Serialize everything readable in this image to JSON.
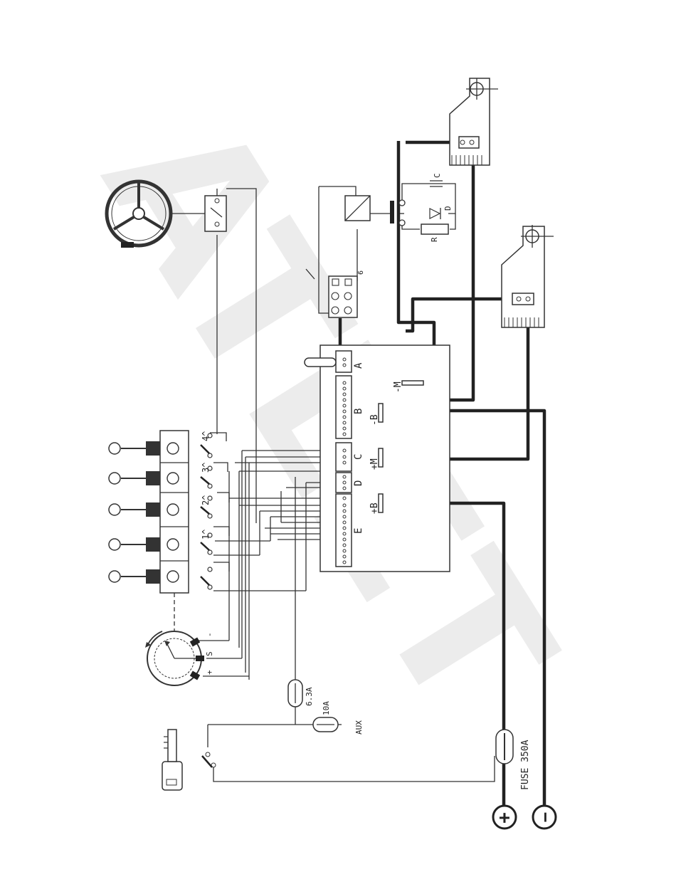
{
  "watermark": "ATLET",
  "controller": {
    "connectors": [
      "A",
      "B",
      "C",
      "D",
      "E"
    ],
    "terminals": [
      "-M",
      "-B",
      "+M",
      "+B"
    ]
  },
  "fuses": {
    "main": "FUSE 350A",
    "f1": "6.3A",
    "f2": "10A",
    "aux": "AUX"
  },
  "battery": {
    "plus": "+",
    "minus": "−"
  },
  "switches": [
    "1^",
    "2^",
    "3^",
    "4^"
  ],
  "potentiometer": {
    "minus": "-",
    "signal": "S",
    "plus": "+"
  },
  "components": {
    "capacitor": "C",
    "diode": "D",
    "resistor": "R",
    "connector_pin": "6"
  }
}
